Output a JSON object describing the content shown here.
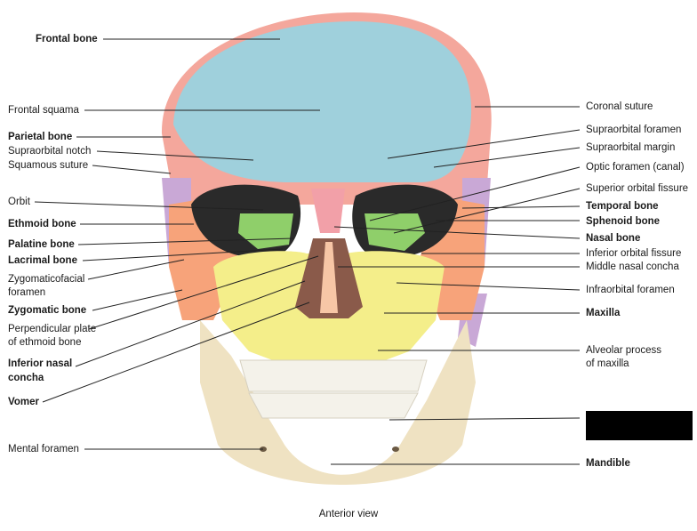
{
  "caption": "Anterior view",
  "left_labels": {
    "frontal_bone": "Frontal bone",
    "frontal_squama": "Frontal squama",
    "parietal_bone": "Parietal bone",
    "supraorbital_notch": "Supraorbital notch",
    "squamous_suture": "Squamous suture",
    "orbit": "Orbit",
    "ethmoid_bone": "Ethmoid bone",
    "palatine_bone": "Palatine bone",
    "lacrimal_bone": "Lacrimal bone",
    "zygomaticofacial_1": "Zygomaticofacial",
    "zygomaticofacial_2": "foramen",
    "zygomatic_bone": "Zygomatic bone",
    "perpendicular_1": "Perpendicular plate",
    "perpendicular_2": "of ethmoid bone",
    "inferior_nasal_1": "Inferior nasal",
    "inferior_nasal_2": "concha",
    "vomer": "Vomer",
    "mental_foramen": "Mental foramen"
  },
  "right_labels": {
    "coronal_suture": "Coronal suture",
    "supraorbital_foramen": "Supraorbital foramen",
    "supraorbital_margin": "Supraorbital margin",
    "optic_foramen": "Optic foramen (canal)",
    "superior_orbital_fissure": "Superior orbital fissure",
    "temporal_bone": "Temporal bone",
    "sphenoid_bone": "Sphenoid bone",
    "nasal_bone": "Nasal bone",
    "inferior_orbital_fissure": "Inferior orbital fissure",
    "middle_nasal_concha": "Middle nasal concha",
    "infraorbital_foramen": "Infraorbital foramen",
    "maxilla": "Maxilla",
    "alveolar_1": "Alveolar process",
    "alveolar_2": "of maxilla",
    "mandible": "Mandible"
  },
  "colors": {
    "frontal": "#9fd0dc",
    "parietal": "#f4a79c",
    "temporal": "#c9a8d6",
    "sphenoid": "#f7a37a",
    "zygomatic": "#f7a37a",
    "ethmoid": "#8fcf6a",
    "maxilla": "#f4ee8a",
    "nasal": "#f2a0a8",
    "mandible": "#efe2c2",
    "teeth": "#f4f2ea",
    "leader": "#222222"
  }
}
